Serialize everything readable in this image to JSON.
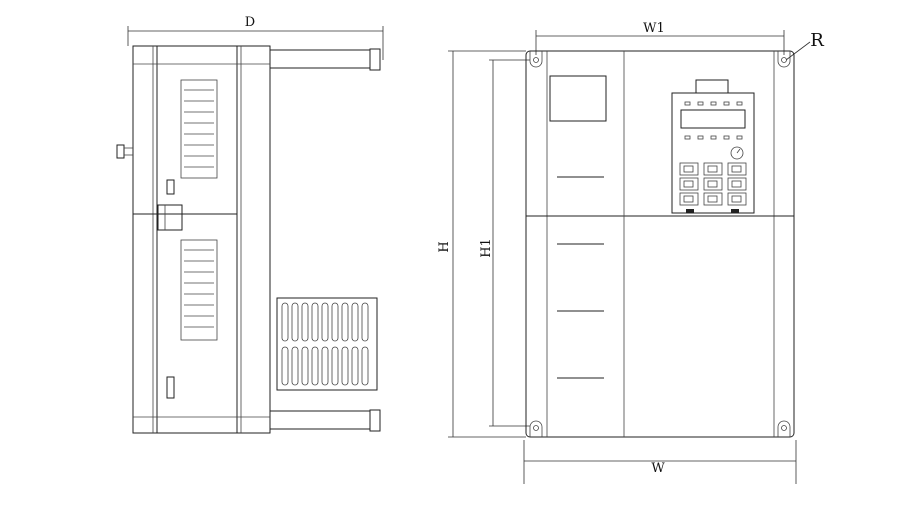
{
  "labels": {
    "depth": "D",
    "width_mount": "W1",
    "radius": "R",
    "height": "H",
    "height_mount": "H1",
    "width": "W"
  }
}
